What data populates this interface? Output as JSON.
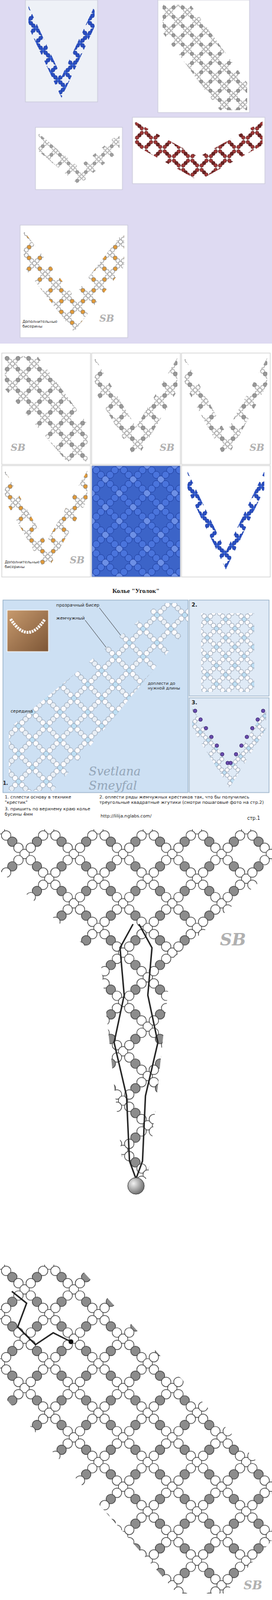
{
  "diagram": {
    "title": "Колье \"Уголок\"",
    "labels": [
      "прозрачный бисер",
      "жемчужный",
      "доплести до нужной длины",
      "середина",
      "1.",
      "2.",
      "3.",
      "1. сплести основу в технике \"крестик\"",
      "2. оплести ряды жемчужных крестиков так, что бы получились треугольные квадратные жгутики (смотри пошаговые фото на стр.2)",
      "3. пришить по верхнему краю колье бусины 4мм",
      "http://lilija.nglabs.com/",
      "стр.1",
      "Svetlana Smeyfal",
      "Дополнительные бисерины",
      "Дополнительные бисерины",
      "SB",
      "SB",
      "SB",
      "SB",
      "SB",
      "SB",
      "SB"
    ]
  }
}
